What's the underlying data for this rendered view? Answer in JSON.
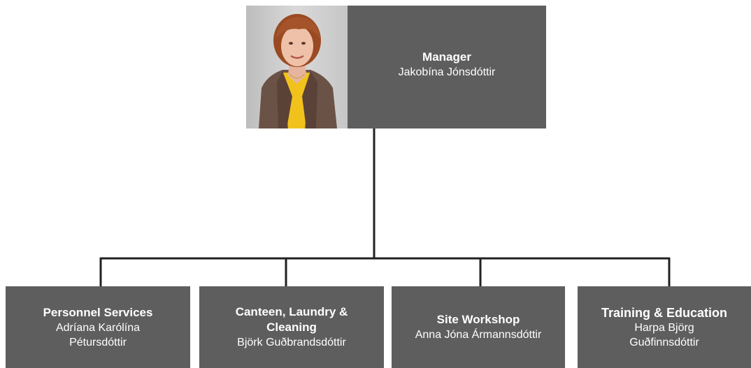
{
  "colors": {
    "box_fill": "#5f5e5e",
    "box_text": "#ffffff",
    "connector": "#222222"
  },
  "manager": {
    "photo_icon": "portrait-photo",
    "role": "Manager",
    "name": "Jakobína Jónsdóttir"
  },
  "departments": [
    {
      "role": "Personnel Services",
      "name": "Adríana Karólína Pétursdóttir"
    },
    {
      "role": "Canteen, Laundry & Cleaning",
      "name": "Björk Guðbrandsdóttir"
    },
    {
      "role": "Site Workshop",
      "name": "Anna Jóna Ármannsdóttir"
    },
    {
      "role": "Training & Education",
      "name": "Harpa Björg Guðfinnsdóttir"
    }
  ]
}
